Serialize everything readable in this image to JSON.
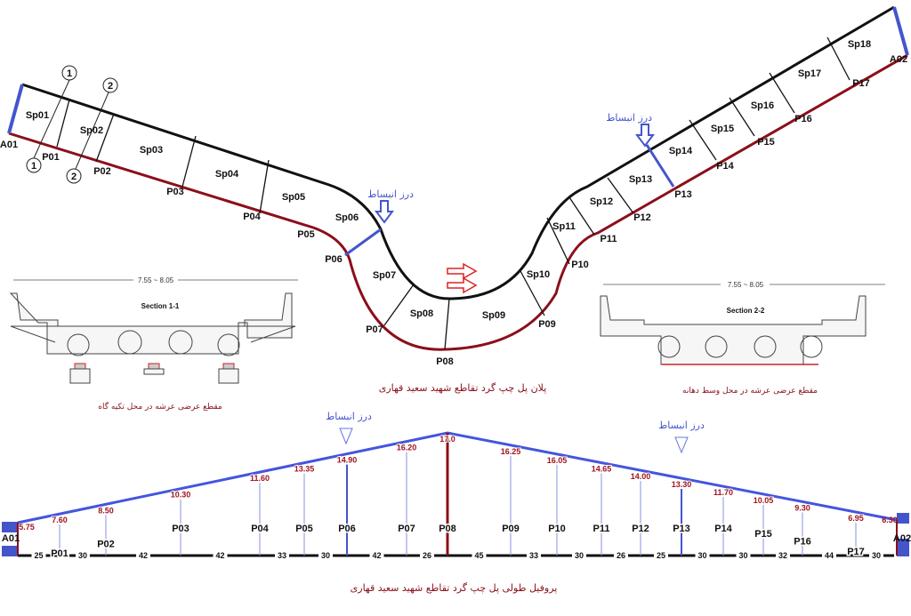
{
  "plan": {
    "caption": "پلان پل چپ گرد تقاطع شهید سعید قهاری",
    "expansion_joint_label": "درز انبساط",
    "spans": [
      "Sp01",
      "Sp02",
      "Sp03",
      "Sp04",
      "Sp05",
      "Sp06",
      "Sp07",
      "Sp08",
      "Sp09",
      "Sp10",
      "Sp11",
      "Sp12",
      "Sp13",
      "Sp14",
      "Sp15",
      "Sp16",
      "Sp17",
      "Sp18"
    ],
    "piers": [
      "P01",
      "P02",
      "P03",
      "P04",
      "P05",
      "P06",
      "P07",
      "P08",
      "P09",
      "P10",
      "P11",
      "P12",
      "P13",
      "P14",
      "P15",
      "P16",
      "P17"
    ],
    "abutments": [
      "A01",
      "A02"
    ],
    "section_marks": [
      "1",
      "1",
      "2",
      "2"
    ]
  },
  "section_1": {
    "title": "Section 1-1",
    "width_dim": "7.55 ~ 8.05",
    "caption": "مقطع عرضی عرشه در محل تکیه گاه"
  },
  "section_2": {
    "title": "Section 2-2",
    "width_dim": "7.55 ~ 8.05",
    "caption": "مقطع عرضی عرشه در محل وسط دهانه"
  },
  "profile": {
    "caption": "پروفیل طولی پل چپ گرد تقاطع شهید سعید قهاری",
    "expansion_joint_label": "درز انبساط",
    "supports": [
      "A01",
      "P01",
      "P02",
      "P03",
      "P04",
      "P05",
      "P06",
      "P07",
      "P08",
      "P09",
      "P10",
      "P11",
      "P12",
      "P13",
      "P14",
      "P15",
      "P16",
      "P17",
      "A02"
    ],
    "elevations": [
      "5.75",
      "7.60",
      "8.50",
      "10.30",
      "11.60",
      "13.35",
      "14.90",
      "16.20",
      "17.0",
      "16.25",
      "16.05",
      "14.65",
      "14.00",
      "13.30",
      "11.70",
      "10.05",
      "9.30",
      "6.95",
      "6.30"
    ],
    "span_lengths": [
      "25",
      "30",
      "42",
      "42",
      "33",
      "30",
      "42",
      "26",
      "45",
      "33",
      "30",
      "26",
      "25",
      "30",
      "30",
      "32",
      "44",
      "30"
    ]
  },
  "colors": {
    "deck_outer": "#111111",
    "deck_inner": "#8b0f1a",
    "joint": "#4455cc",
    "profile": "#4455dd",
    "elevation_text": "#a0141e"
  }
}
